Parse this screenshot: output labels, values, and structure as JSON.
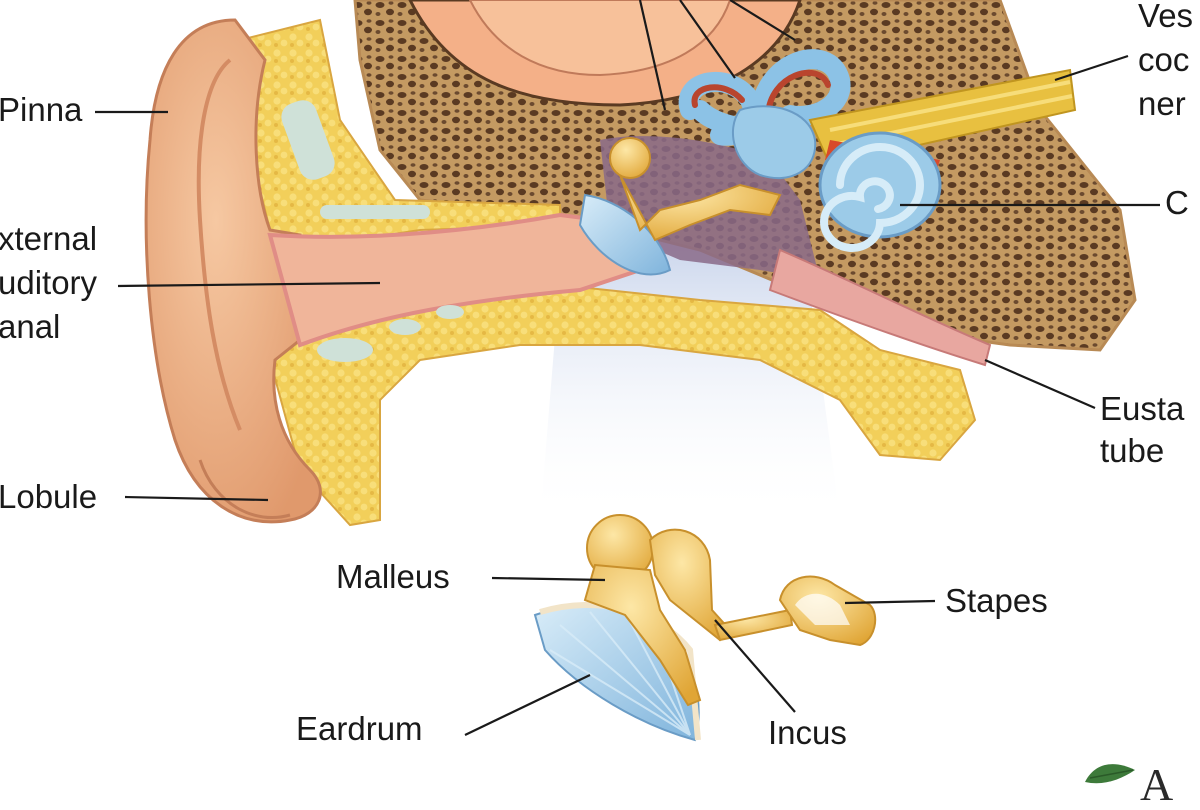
{
  "diagram": {
    "labels": {
      "pinna": "Pinna",
      "external_line1": "xternal",
      "external_line2": "uditory",
      "external_line3": "anal",
      "lobule": "Lobule",
      "malleus": "Malleus",
      "eardrum": "Eardrum",
      "incus": "Incus",
      "stapes": "Stapes",
      "vestibulocochlear_line1": "Ves",
      "vestibulocochlear_line2": "coc",
      "vestibulocochlear_line3": "ner",
      "cochlea": "C",
      "eustachian_line1": "Eusta",
      "eustachian_line2": "tube"
    },
    "brand_text": "A",
    "colors": {
      "skin": "#f0b48a",
      "skin_dark": "#d9906a",
      "fat": "#f2cf5a",
      "bone": "#c8a070",
      "spongy_bone": "#6b4a2f",
      "inner_ear": "#9ccbe8",
      "ossicle": "#f3c25a",
      "nerve": "#e8c040",
      "canal_pink": "#e8a7a0"
    }
  }
}
